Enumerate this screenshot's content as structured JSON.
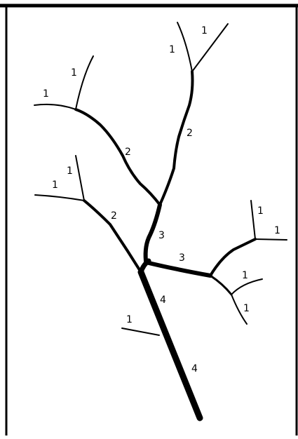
{
  "diagram": {
    "stroke_color": "#000000",
    "background": "#ffffff",
    "labels": {
      "trunk_upper": "4",
      "trunk_lower": "4",
      "trunk_side_leaf": "1",
      "left_lower_branch": "2",
      "left_lower_leaf_a": "1",
      "left_lower_leaf_b": "1",
      "center_stem": "3",
      "right_branch": "3",
      "right_upper_leaf_a": "1",
      "right_upper_leaf_b": "1",
      "right_lower_leaf_a": "1",
      "right_lower_leaf_b": "1",
      "upper_left_branch": "2",
      "upper_left_leaf_a": "1",
      "upper_left_leaf_b": "1",
      "top_branch": "2",
      "top_leaf_a": "1",
      "top_leaf_b": "1"
    }
  }
}
